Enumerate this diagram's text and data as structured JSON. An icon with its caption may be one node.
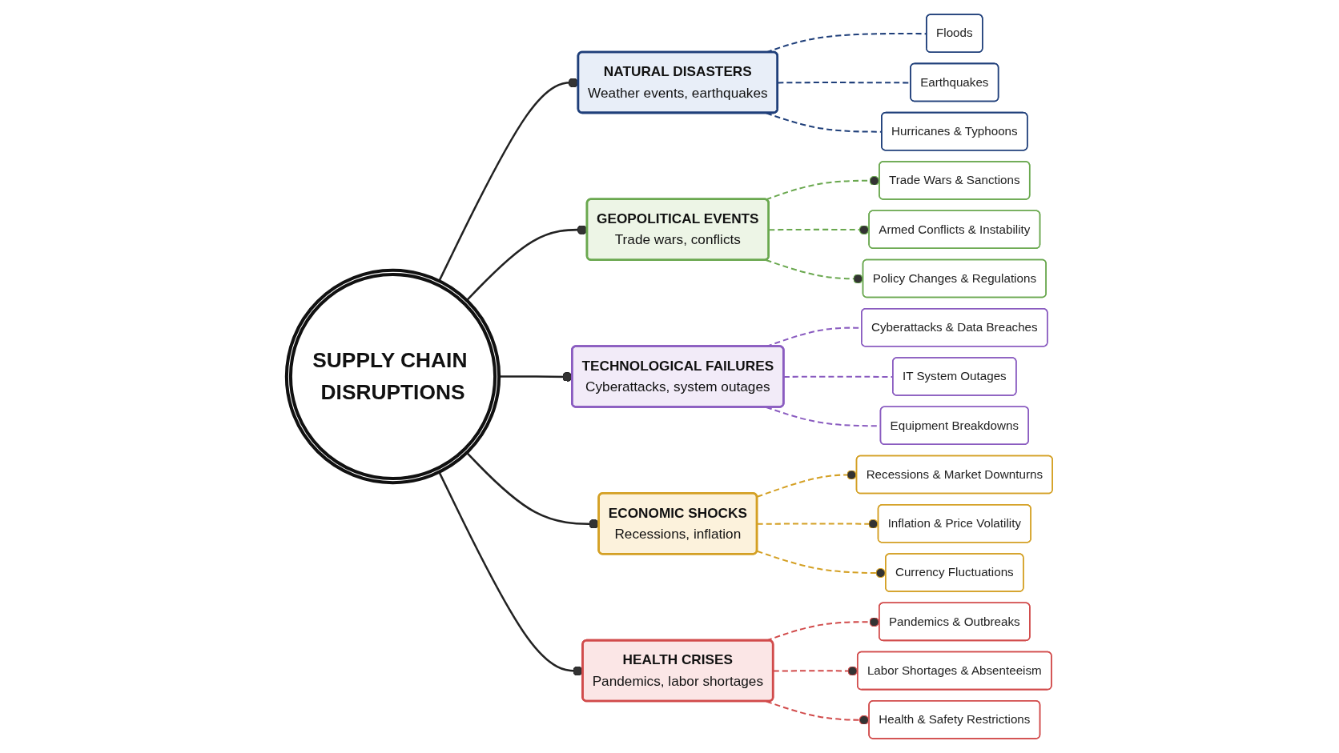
{
  "diagram": {
    "nodes": [
      {
        "text": [
          "SUPPLY CHAIN DISRUPTIONS"
        ]
      },
      {
        "text": [
          "NATURAL DISASTERS",
          "Weather events, earthquakes"
        ]
      },
      {
        "text": [
          "Floods"
        ]
      },
      {
        "text": [
          "Earthquakes"
        ]
      },
      {
        "text": [
          "Hurricanes & Typhoons"
        ]
      },
      {
        "text": [
          "GEOPOLITICAL EVENTS",
          "Trade wars, conflicts"
        ]
      },
      {
        "text": [
          "Trade Wars & Sanctions"
        ]
      },
      {
        "text": [
          "Armed Conflicts & Instability"
        ]
      },
      {
        "text": [
          "Policy Changes & Regulations"
        ]
      },
      {
        "text": [
          "TECHNOLOGICAL FAILURES",
          "Cyberattacks, system outages"
        ]
      },
      {
        "text": [
          "Cyberattacks & Data Breaches"
        ]
      },
      {
        "text": [
          "IT System Outages"
        ]
      },
      {
        "text": [
          "Equipment Breakdowns"
        ]
      },
      {
        "text": [
          "ECONOMIC SHOCKS",
          "Recessions, inflation"
        ]
      },
      {
        "text": [
          "Recessions & Market Downturns"
        ]
      },
      {
        "text": [
          "Inflation & Price Volatility"
        ]
      },
      {
        "text": [
          "Currency Fluctuations"
        ]
      },
      {
        "text": [
          "HEALTH CRISES",
          "Pandemics, labor shortages"
        ]
      },
      {
        "text": [
          "Pandemics & Outbreaks"
        ]
      },
      {
        "text": [
          "Labor Shortages & Absenteeism"
        ]
      },
      {
        "text": [
          "Health & Safety Restrictions"
        ]
      }
    ],
    "edges": [
      {
        "from": 0,
        "to": 1,
        "arrow": "other"
      },
      {
        "from": 0,
        "to": 5,
        "arrow": "other"
      },
      {
        "from": 0,
        "to": 9,
        "arrow": "other"
      },
      {
        "from": 0,
        "to": 13,
        "arrow": "other"
      },
      {
        "from": 0,
        "to": 17,
        "arrow": "other"
      },
      {
        "from": 1,
        "to": 2,
        "arrow": "none",
        "style": "dashed",
        "color": "#1f3f7a"
      },
      {
        "from": 1,
        "to": 3,
        "arrow": "none",
        "style": "dashed",
        "color": "#1f3f7a"
      },
      {
        "from": 1,
        "to": 4,
        "arrow": "none",
        "style": "dashed",
        "color": "#1f3f7a"
      },
      {
        "from": 5,
        "to": 6,
        "arrow": "other",
        "style": "dashed",
        "color": "#6aa84f"
      },
      {
        "from": 5,
        "to": 7,
        "arrow": "other",
        "style": "dashed",
        "color": "#6aa84f"
      },
      {
        "from": 5,
        "to": 8,
        "arrow": "other",
        "style": "dashed",
        "color": "#6aa84f"
      },
      {
        "from": 9,
        "to": 10,
        "arrow": "none",
        "style": "dashed",
        "color": "#8a5cc0"
      },
      {
        "from": 9,
        "to": 11,
        "arrow": "none",
        "style": "dashed",
        "color": "#8a5cc0"
      },
      {
        "from": 9,
        "to": 12,
        "arrow": "none",
        "style": "dashed",
        "color": "#8a5cc0"
      },
      {
        "from": 13,
        "to": 14,
        "arrow": "other",
        "style": "dashed",
        "color": "#d4a024"
      },
      {
        "from": 13,
        "to": 15,
        "arrow": "other",
        "style": "dashed",
        "color": "#d4a024"
      },
      {
        "from": 13,
        "to": 16,
        "arrow": "other",
        "style": "dashed",
        "color": "#d4a024"
      },
      {
        "from": 17,
        "to": 18,
        "arrow": "other",
        "style": "dashed",
        "color": "#d14b4b"
      },
      {
        "from": 17,
        "to": 19,
        "arrow": "other",
        "style": "dashed",
        "color": "#d14b4b"
      },
      {
        "from": 17,
        "to": 20,
        "arrow": "other",
        "style": "dashed",
        "color": "#d14b4b"
      }
    ]
  }
}
